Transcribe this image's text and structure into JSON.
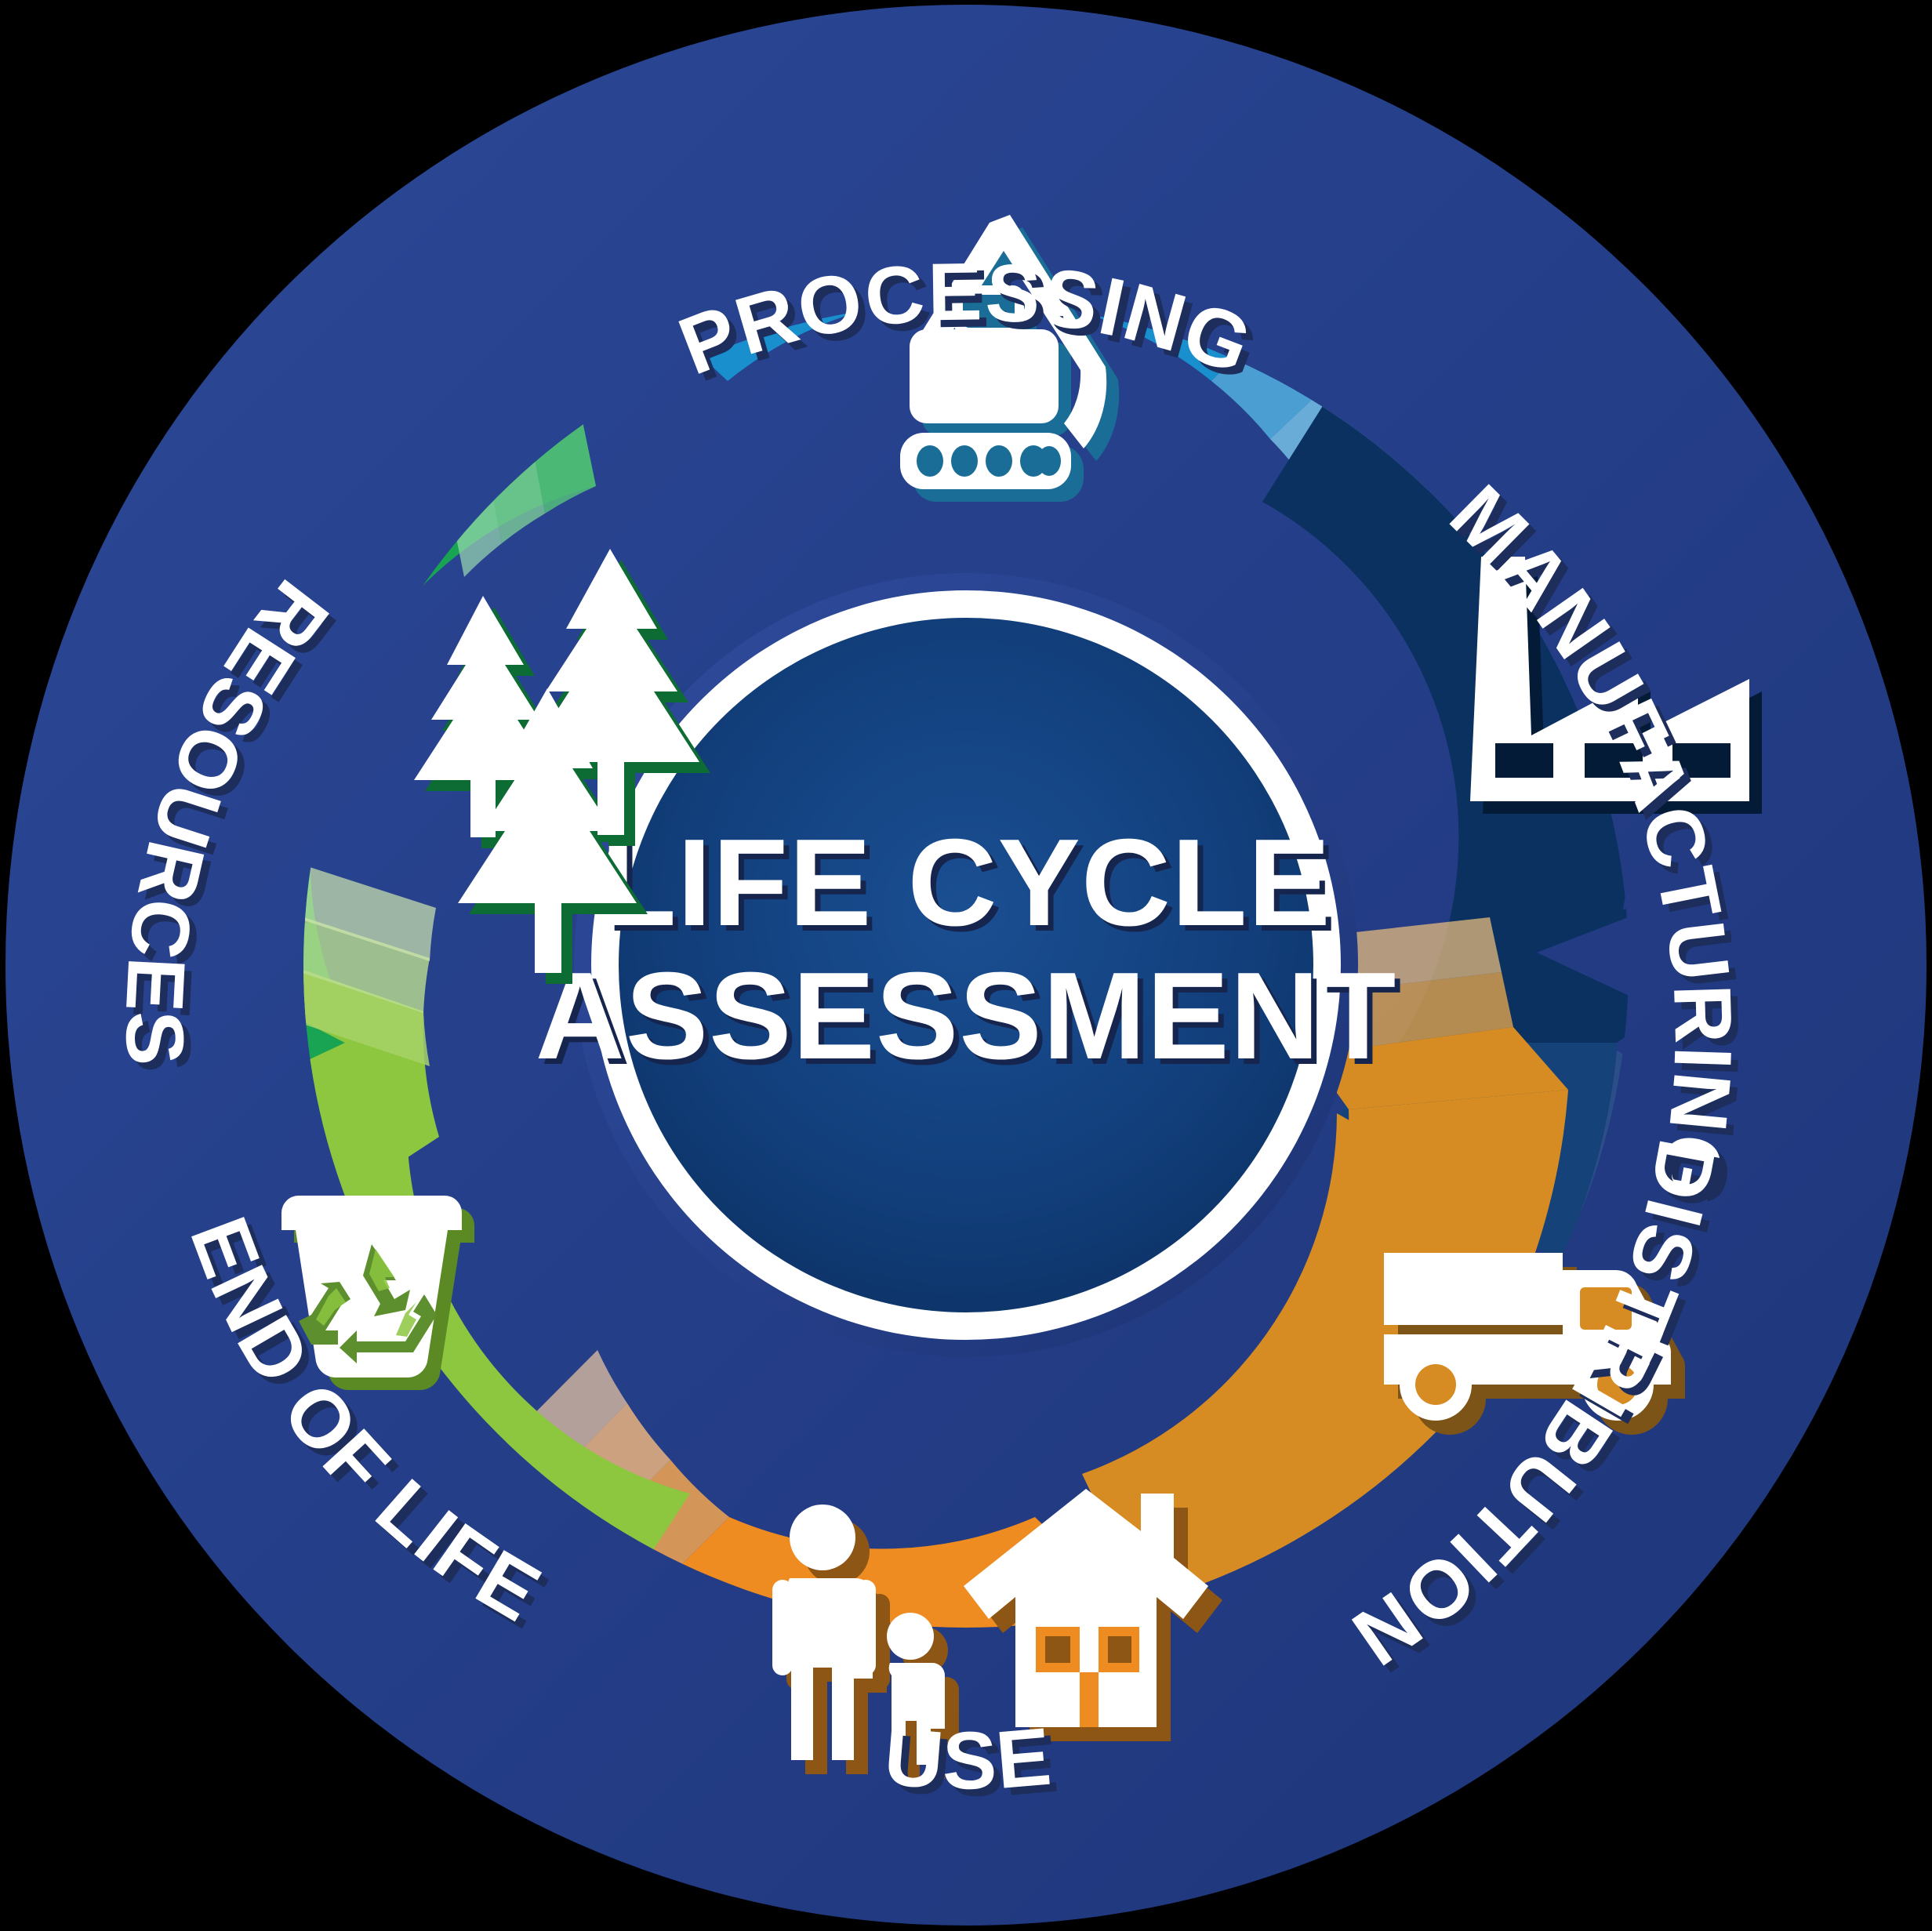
{
  "diagram": {
    "title": "LIFE CYCLE ASSESSMENT",
    "title_line1": "LIFE CYCLE",
    "title_line2": "ASSESSMENT",
    "type": "circular-lifecycle-wheel",
    "stage_count": 6,
    "flow_direction": "clockwise",
    "colors": {
      "background": "#000000",
      "outer_ring": "#2a4593",
      "outer_ring_dark": "#1f3578",
      "center_circle": "#0e3a74",
      "center_circle_outer": "#123f7d",
      "center_ring_white": "#ffffff",
      "label_text": "#ffffff",
      "label_shadow": "#1d2d5c"
    },
    "stages": [
      {
        "id": "resources",
        "label": "RESOURCES",
        "icon": "pine-trees-icon",
        "color": "#16a34a",
        "color_hex": "#18a453",
        "shade_1": "#45b56f",
        "shade_2": "#6ac48d",
        "shadow": "#0d6b34",
        "order": 1
      },
      {
        "id": "processing",
        "label": "PROCESSING",
        "icon": "excavator-icon",
        "color": "#1a8fcd",
        "color_hex": "#1a8fcd",
        "shade_1": "#4ba8d8",
        "shade_2": "#74bfe3",
        "shadow": "#176b94",
        "order": 2
      },
      {
        "id": "manufacturing",
        "label": "MANUFACTURING",
        "icon": "factory-icon",
        "color": "#0a3160",
        "color_hex": "#0a3160",
        "shade_1": "#2c4e7d",
        "shade_2": "#4a6998",
        "shadow": "#041b38",
        "order": 3
      },
      {
        "id": "distribution",
        "label": "DISTRIBUTION",
        "icon": "delivery-truck-icon",
        "color": "#d68c22",
        "color_hex": "#d68c22",
        "shade_1": "#dfa451",
        "shade_2": "#e7bb7e",
        "shadow": "#7d5417",
        "order": 4
      },
      {
        "id": "use",
        "label": "USE",
        "icon": "family-house-icon",
        "color": "#ef8c21",
        "color_hex": "#ef8c21",
        "shade_1": "#f3a551",
        "shade_2": "#f7bd80",
        "shadow": "#8d5615",
        "order": 5
      },
      {
        "id": "end-of-life",
        "label": "END OF LIFE",
        "icon": "recycle-bin-icon",
        "color": "#8dc63f",
        "color_hex": "#8dc63f",
        "shade_1": "#a5d267",
        "shade_2": "#bcdd8f",
        "shadow": "#5b8a24",
        "order": 6
      }
    ]
  }
}
